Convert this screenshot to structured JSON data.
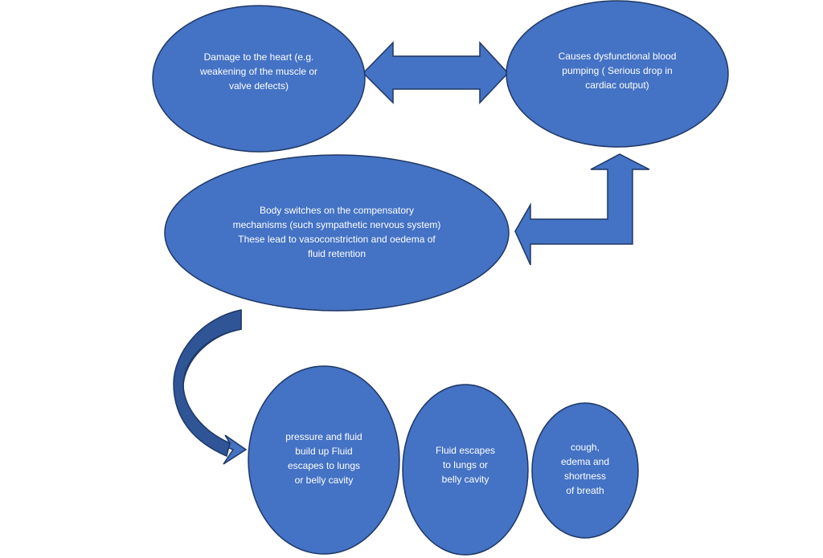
{
  "colors": {
    "node_fill": "#4472c4",
    "node_outline": "#1f3864",
    "text": "#ffffff",
    "curved_arrow_dark": "#2f5597"
  },
  "nodes": {
    "damage": {
      "lines": [
        "Damage to the heart  (e.g.",
        "weakening of the muscle or",
        "valve defects)"
      ]
    },
    "dysfunction": {
      "lines": [
        "Causes dysfunctional blood",
        "pumping ( Serious drop in",
        "cardiac output)"
      ]
    },
    "compensatory": {
      "lines": [
        "Body switches on the compensatory",
        "mechanisms (such sympathetic nervous system)",
        "These lead to  vasoconstriction and oedema of",
        "fluid retention"
      ]
    },
    "pressure": {
      "lines": [
        "pressure and fluid",
        "build up Fluid",
        "escapes to  lungs",
        "or belly cavity"
      ]
    },
    "escapes": {
      "lines": [
        "Fluid  escapes",
        "to  lungs or",
        "belly cavity"
      ]
    },
    "symptoms": {
      "lines": [
        "cough,",
        "edema  and",
        "shortness",
        "of breath"
      ]
    }
  }
}
